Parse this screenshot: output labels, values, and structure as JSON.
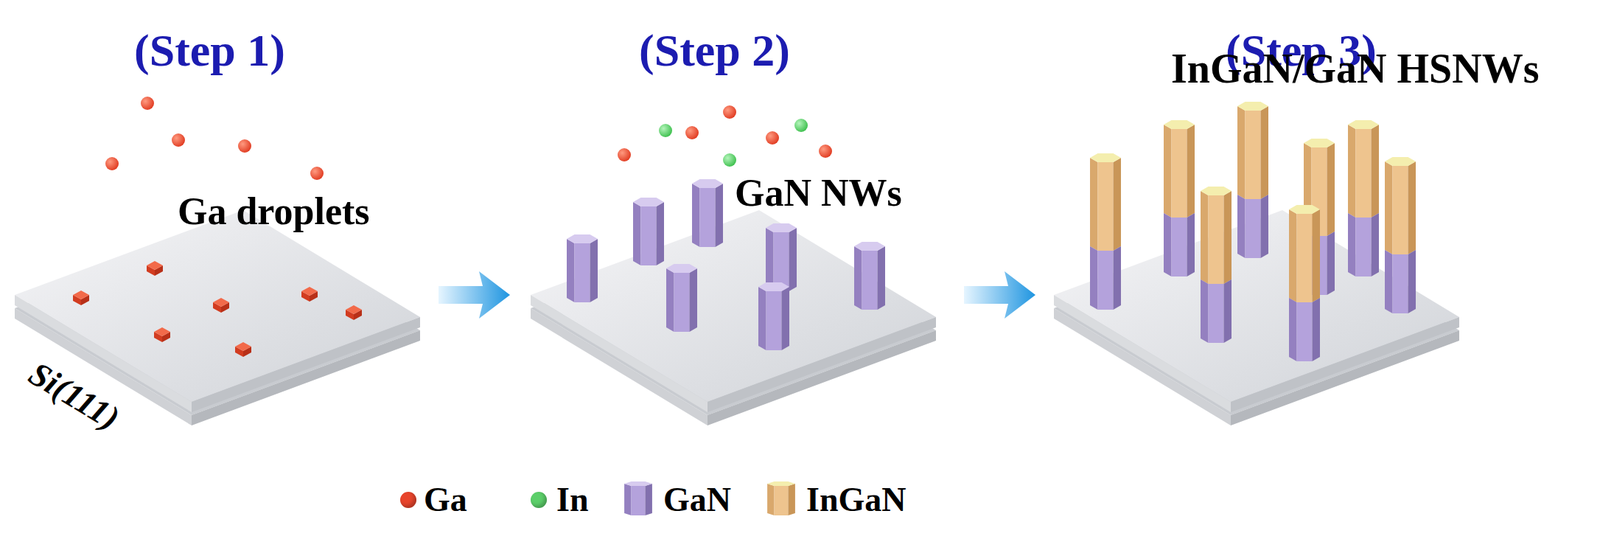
{
  "diagram": {
    "labels": [
      "(Step 1)",
      "(Step 2)",
      "(Step 3)",
      "Ga droplets",
      "GaN NWs",
      "InGaN/GaN HSNWs",
      "Si(111)"
    ],
    "legend": [
      {
        "text": "Ga",
        "color": "#e8452c"
      },
      {
        "text": "In",
        "color": "#5ccf6a"
      },
      {
        "text": "GaN"
      },
      {
        "text": "InGaN"
      }
    ]
  }
}
